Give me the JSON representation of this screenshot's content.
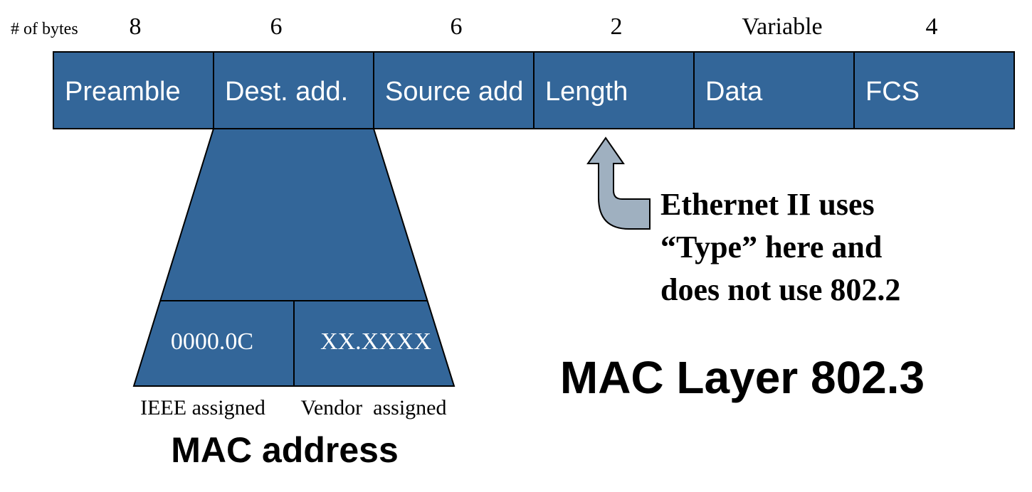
{
  "colors": {
    "frame_fill": "#336699",
    "arrow_fill": "#9fb0c0",
    "stroke": "#000000",
    "text_on_fill": "#ffffff",
    "text": "#000000"
  },
  "header": {
    "bytes_label": "# of bytes"
  },
  "frame": {
    "fields": [
      {
        "label": "Preamble",
        "bytes": "8"
      },
      {
        "label": "Dest. add.",
        "bytes": "6"
      },
      {
        "label": "Source add",
        "bytes": "6"
      },
      {
        "label": "Length",
        "bytes": "2"
      },
      {
        "label": "Data",
        "bytes": "Variable"
      },
      {
        "label": "FCS",
        "bytes": "4"
      }
    ]
  },
  "mac_address": {
    "parts": [
      {
        "value": "0000.0C",
        "caption": "IEEE assigned"
      },
      {
        "value": "XX.XXXX",
        "caption": "Vendor  assigned"
      }
    ],
    "title": "MAC address"
  },
  "note": {
    "icon": "up-arrow-icon",
    "lines": [
      "Ethernet II uses",
      "“Type” here and",
      "does not use 802.2"
    ]
  },
  "layer_title": "MAC Layer 802.3"
}
